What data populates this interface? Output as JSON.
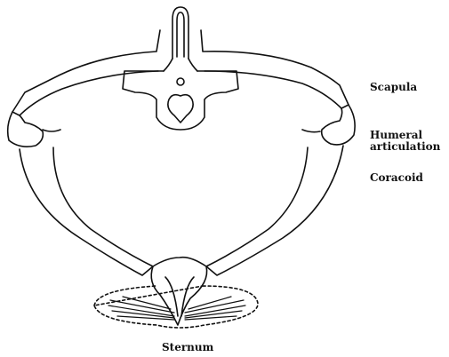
{
  "labels": {
    "scapula": "Scapula",
    "humeral_line1": "Humeral",
    "humeral_line2": "articulation",
    "coracoid": "Coracoid",
    "sternum": "Sternum"
  },
  "colors": {
    "ink": "#111111",
    "paper": "#ffffff"
  }
}
